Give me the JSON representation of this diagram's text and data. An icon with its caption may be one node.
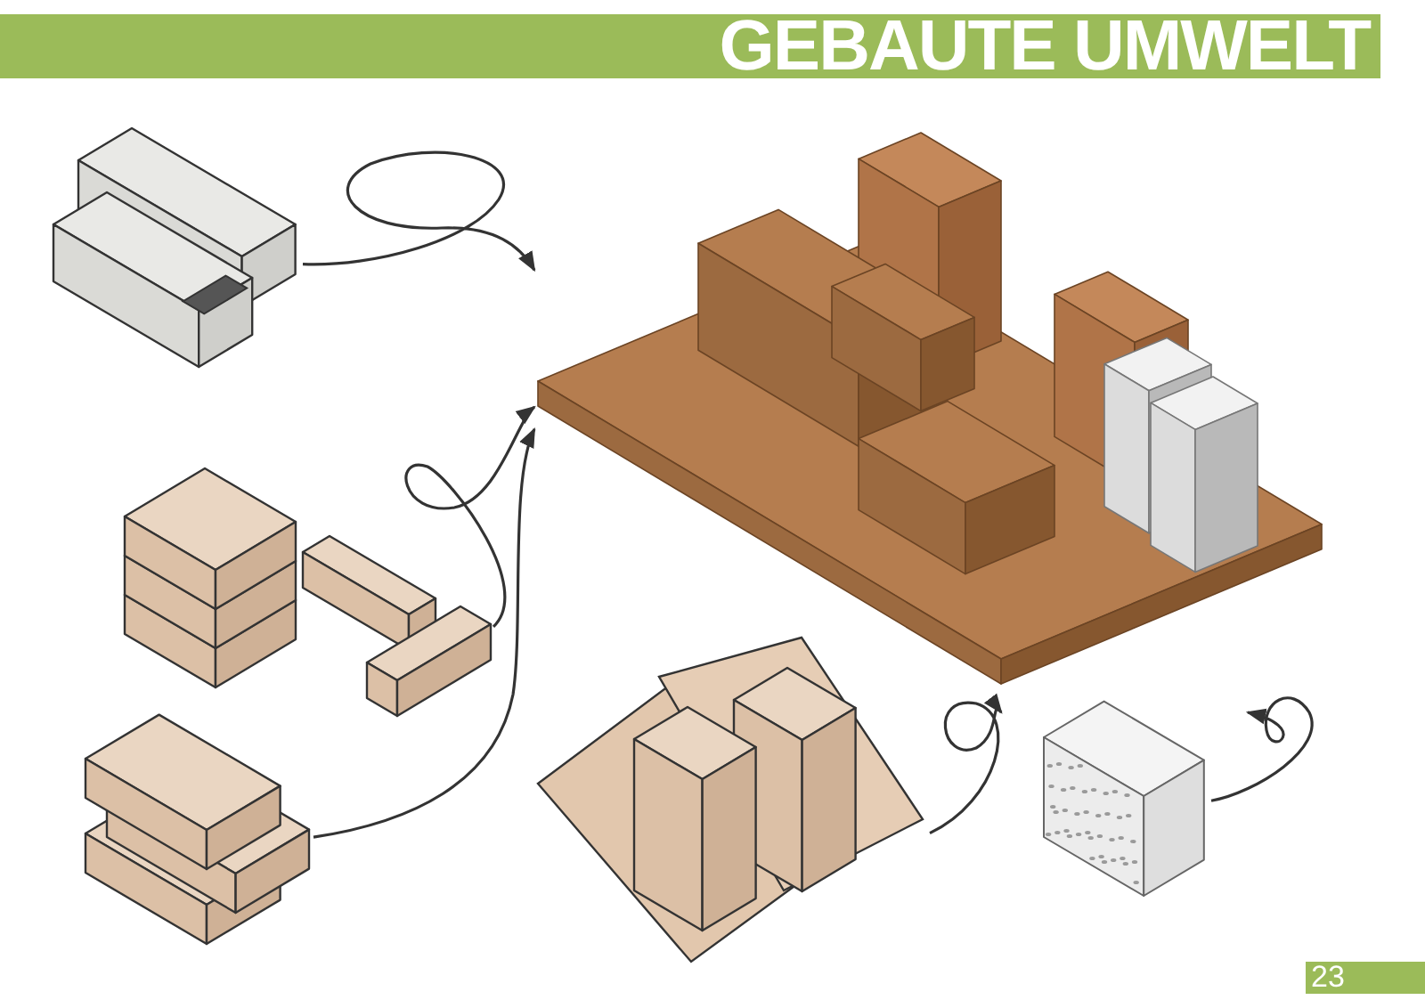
{
  "diagram": {
    "title": "GEBAUTE UMWELT",
    "nodes": [
      {
        "text": [],
        "shape": "picture"
      },
      {
        "text": [],
        "shape": "picture"
      },
      {
        "text": [],
        "shape": "picture"
      },
      {
        "text": [],
        "shape": "picture"
      },
      {
        "text": [],
        "shape": "picture"
      },
      {
        "text": [],
        "shape": "picture"
      }
    ],
    "edges": [
      {
        "from": 0,
        "to": 1,
        "arrow": "to"
      },
      {
        "from": 2,
        "to": 1,
        "arrow": "to"
      },
      {
        "from": 3,
        "to": 1,
        "arrow": "to"
      },
      {
        "from": 4,
        "to": 1,
        "arrow": "to"
      },
      {
        "from": 5,
        "to": 1,
        "arrow": "to"
      }
    ],
    "labels": [
      "23"
    ]
  }
}
